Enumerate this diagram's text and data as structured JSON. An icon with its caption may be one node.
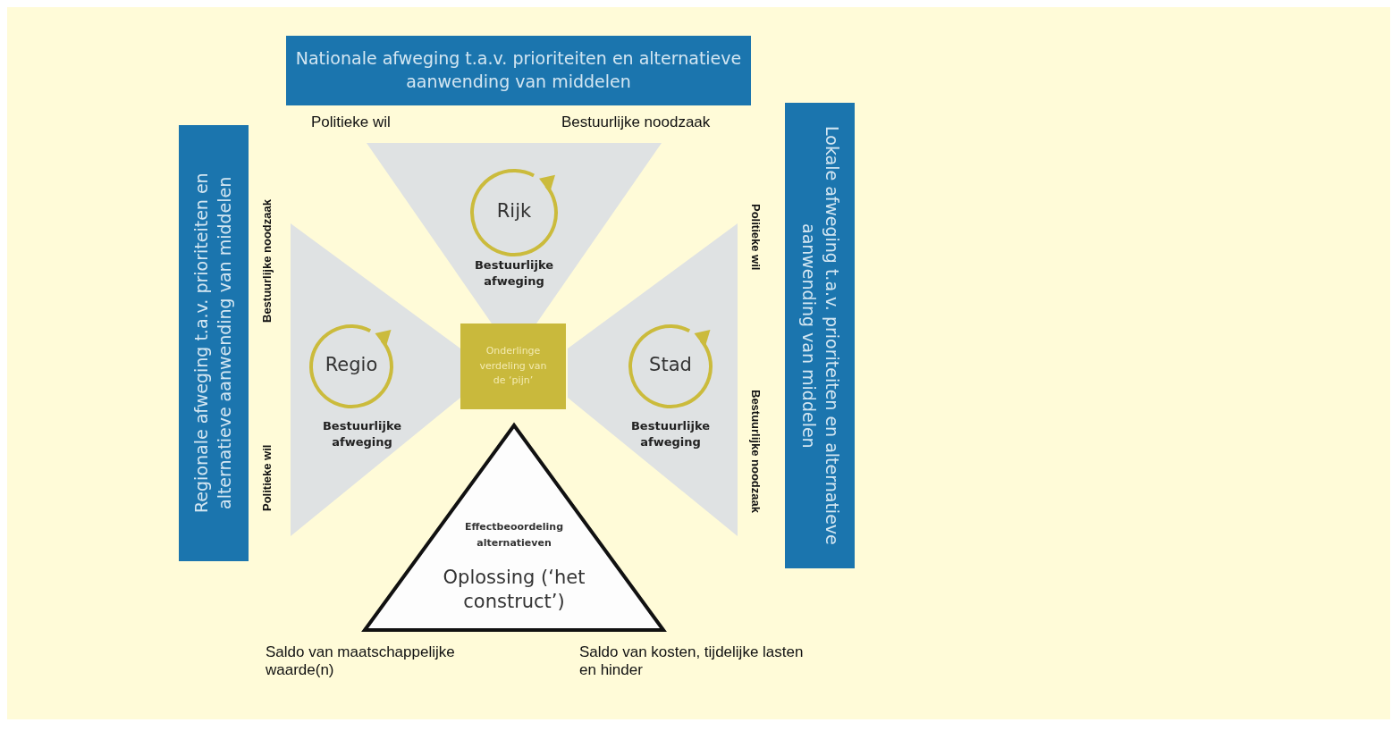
{
  "diagram": {
    "nodes": [
      {
        "text": [
          "Nationale afweging t.a.v. prioriteiten en alternatieve aanwending van middelen"
        ]
      },
      {
        "text": [
          "Regionale afweging t.a.v. prioriteiten en alternatieve aanwending van middelen"
        ]
      },
      {
        "text": [
          "Lokale afweging t.a.v. prioriteiten en alternatieve aanwending van middelen"
        ]
      },
      {
        "text": [
          "Bestuurlijke afweging"
        ]
      },
      {
        "text": [
          "Rijk"
        ],
        "in": 3
      },
      {
        "text": [
          "Bestuurlijke afweging"
        ]
      },
      {
        "text": [
          "Regio"
        ],
        "in": 5
      },
      {
        "text": [
          "Onderlinge verdeling van de ‘pijn’"
        ]
      },
      {
        "text": [
          "Bestuurlijke afweging"
        ]
      },
      {
        "text": [
          "Stad"
        ],
        "in": 8
      },
      {
        "text": [
          "Effectbeoordeling alternatieven",
          "Oplossing (‘het construct’)"
        ]
      }
    ],
    "labels": [
      "Politieke wil",
      "Bestuurlijke noodzaak",
      "Bestuurlijke noodzaak",
      "Politieke wil",
      "Politieke wil",
      "Bestuurlijke noodzaak",
      "Saldo van maatschappelijke waarde(n)",
      "Saldo van kosten, tijdelijke lasten en hinder"
    ]
  }
}
